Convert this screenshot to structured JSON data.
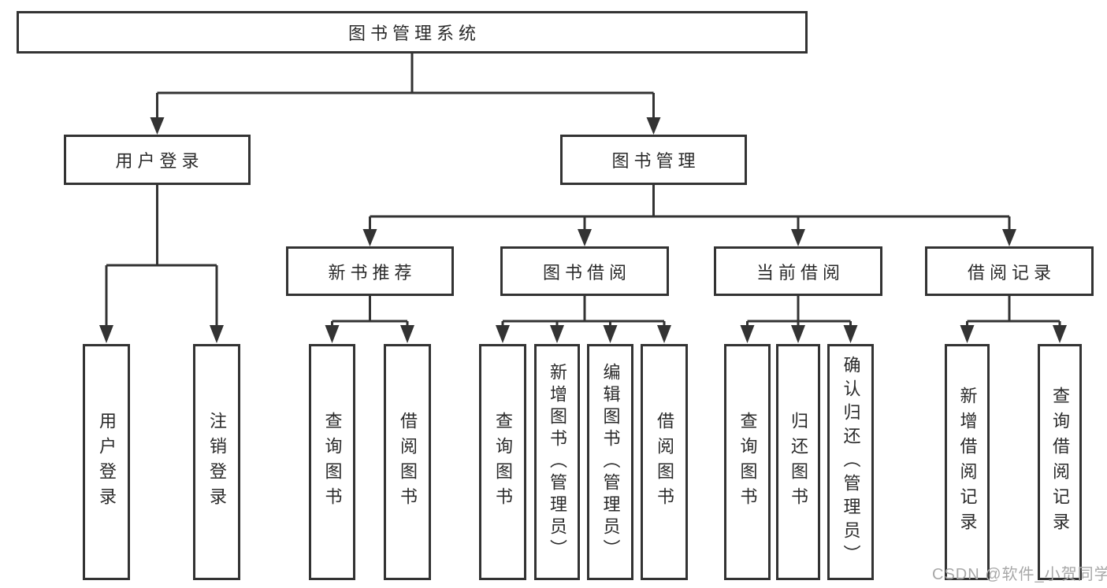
{
  "diagram_title": "图书管理系统",
  "nodes": {
    "root": {
      "label": "图书管理系统"
    },
    "level2": [
      {
        "label": "用户登录"
      },
      {
        "label": "图书管理"
      }
    ],
    "level3": [
      {
        "label": "新书推荐",
        "parent": "图书管理"
      },
      {
        "label": "图书借阅",
        "parent": "图书管理"
      },
      {
        "label": "当前借阅",
        "parent": "图书管理"
      },
      {
        "label": "借阅记录",
        "parent": "图书管理"
      }
    ],
    "level4": [
      {
        "label": "用户登录",
        "parent": "用户登录"
      },
      {
        "label": "注销登录",
        "parent": "用户登录"
      },
      {
        "label": "查询图书",
        "parent": "新书推荐"
      },
      {
        "label": "借阅图书",
        "parent": "新书推荐"
      },
      {
        "label": "查询图书",
        "parent": "图书借阅"
      },
      {
        "label": "新增图书（管理员）",
        "parent": "图书借阅"
      },
      {
        "label": "编辑图书（管理员）",
        "parent": "图书借阅"
      },
      {
        "label": "借阅图书",
        "parent": "图书借阅"
      },
      {
        "label": "查询图书",
        "parent": "当前借阅"
      },
      {
        "label": "归还图书",
        "parent": "当前借阅"
      },
      {
        "label": "确认归还（管理员）",
        "parent": "当前借阅"
      },
      {
        "label": "新增借阅记录",
        "parent": "借阅记录"
      },
      {
        "label": "查询借阅记录",
        "parent": "借阅记录"
      }
    ]
  },
  "watermark": {
    "text": "CSDN @软件_小贺同学"
  },
  "colors": {
    "line": "#333333",
    "box_border": "#333333",
    "text": "#2a2a2a",
    "background": "#ffffff",
    "watermark": "#a8a8a8"
  }
}
